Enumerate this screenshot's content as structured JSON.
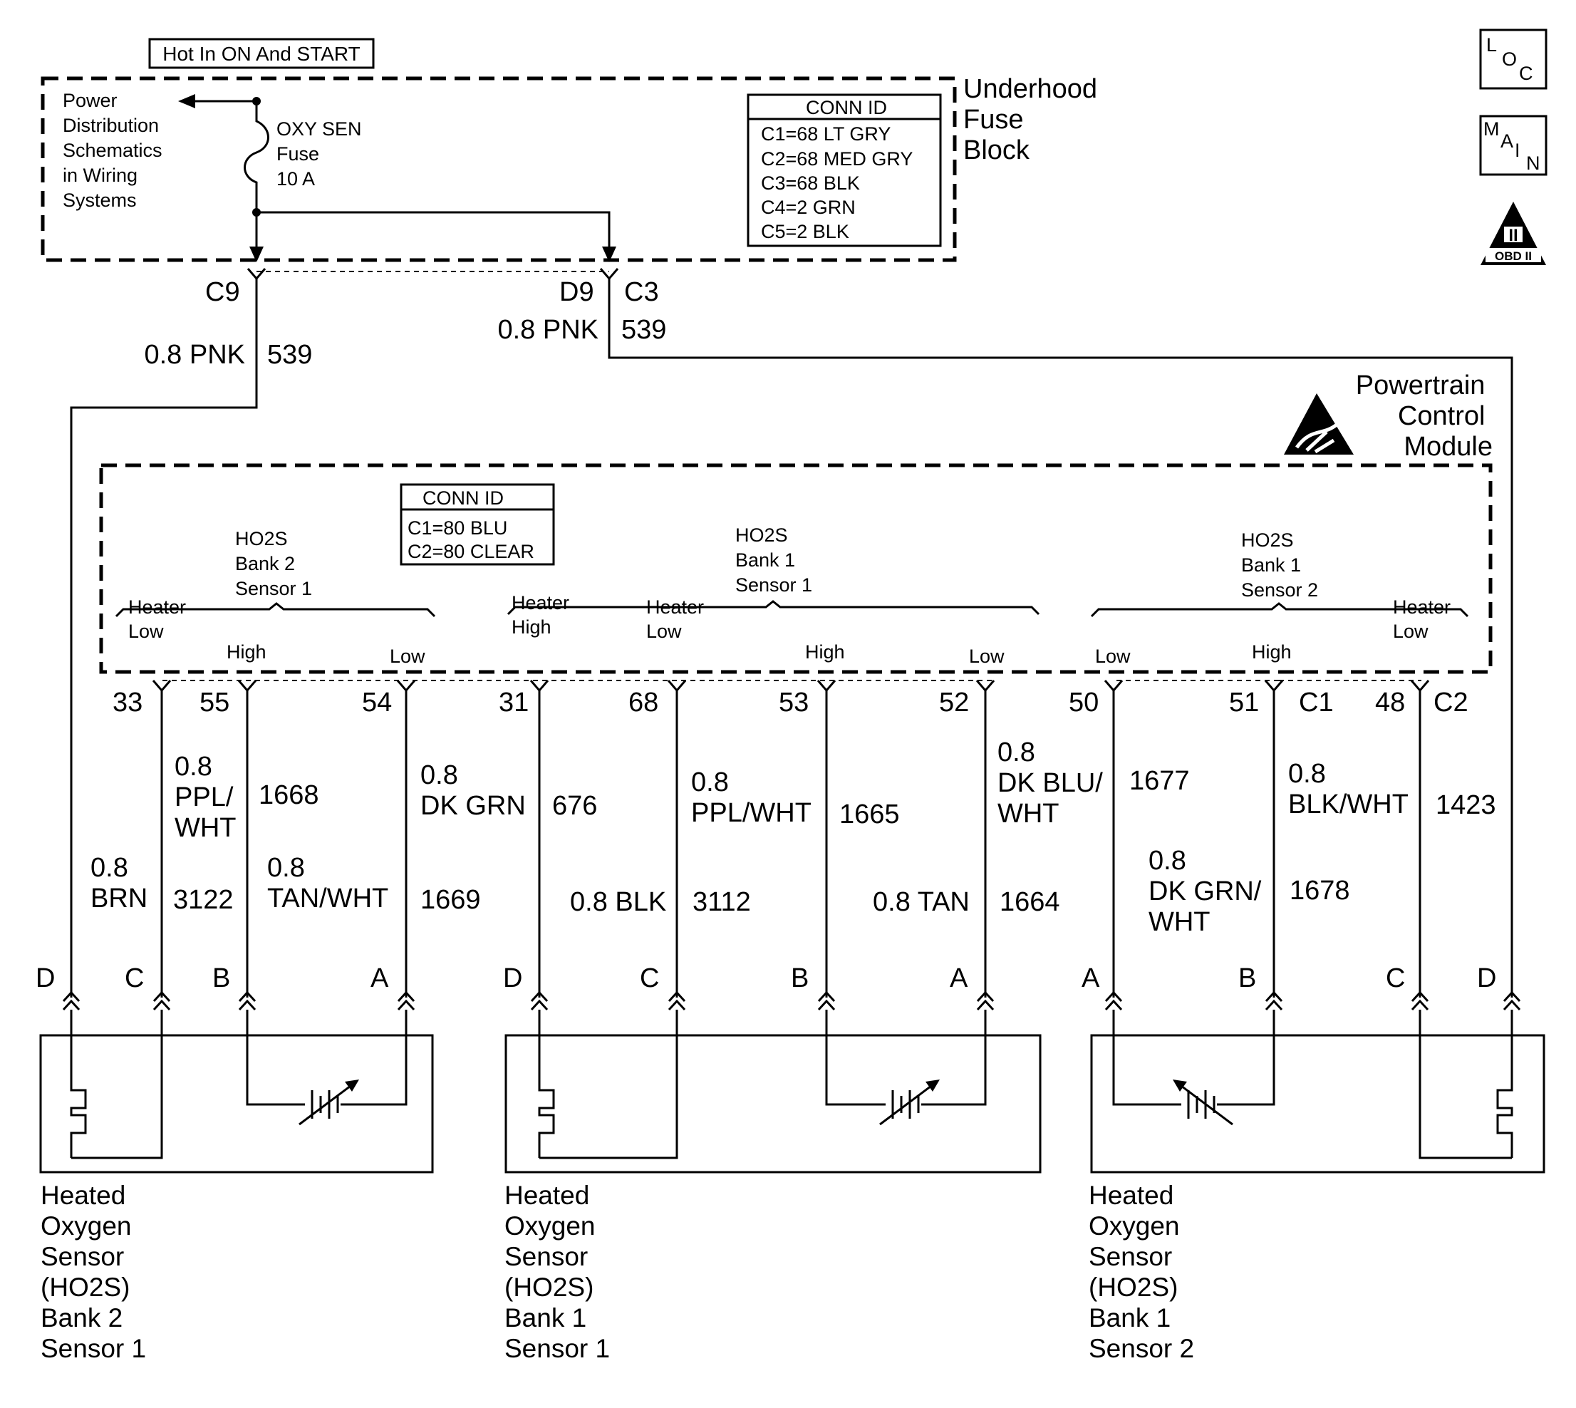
{
  "diagram": {
    "hot_label": "Hot In ON And START",
    "fuse_block": {
      "label_lines": [
        "Underhood",
        "Fuse",
        "Block"
      ],
      "power_ref_lines": [
        "Power",
        "Distribution",
        "Schematics",
        "in Wiring",
        "Systems"
      ],
      "fuse_lines": [
        "OXY SEN",
        "Fuse",
        "10 A"
      ],
      "conn_id": {
        "title": "CONN ID",
        "rows": [
          "C1=68 LT GRY",
          "C2=68 MED GRY",
          "C3=68 BLK",
          "C4=2 GRN",
          "C5=2 BLK"
        ]
      }
    },
    "feed_left": {
      "connector": "C9",
      "wire": "0.8 PNK",
      "circuit": "539"
    },
    "feed_right": {
      "connector": "D9",
      "connector_id": "C3",
      "wire": "0.8 PNK",
      "circuit": "539"
    },
    "pcm": {
      "label_lines": [
        "Powertrain",
        "Control",
        "Module"
      ],
      "conn_id": {
        "title": "CONN ID",
        "rows": [
          "C1=80 BLU",
          "C2=80 CLEAR"
        ]
      },
      "groups": [
        {
          "lines": [
            "HO2S",
            "Bank 2",
            "Sensor 1"
          ]
        },
        {
          "lines": [
            "HO2S",
            "Bank 1",
            "Sensor 1"
          ]
        },
        {
          "lines": [
            "HO2S",
            "Bank 1",
            "Sensor 2"
          ]
        }
      ],
      "pin_labels": [
        [
          "Heater",
          "Low"
        ],
        [
          "High"
        ],
        [
          "Low"
        ],
        [
          "Heater",
          "High"
        ],
        [
          "Heater",
          "Low"
        ],
        [
          "High"
        ],
        [
          "Low"
        ],
        [
          "Low"
        ],
        [
          "High"
        ],
        [
          "Heater",
          "Low"
        ]
      ],
      "pins": [
        "33",
        "55",
        "54",
        "31",
        "68",
        "53",
        "52",
        "50",
        "51",
        "48"
      ],
      "conn_c1": "C1",
      "conn_c2": "C2"
    },
    "wires": [
      {
        "size": "0.8",
        "color_lines": [
          "BRN"
        ],
        "circuit": "3122"
      },
      {
        "size": "0.8",
        "color_lines": [
          "PPL/",
          "WHT"
        ],
        "circuit": "1668"
      },
      {
        "size": "0.8",
        "color_lines": [
          "TAN/WHT"
        ],
        "circuit": "1669"
      },
      {
        "size": "0.8",
        "color_lines": [
          "DK GRN"
        ],
        "circuit": "676"
      },
      {
        "size": "0.8",
        "color_lines": [
          "BLK"
        ],
        "circuit": "3112"
      },
      {
        "size": "0.8",
        "color_lines": [
          "PPL/WHT"
        ],
        "circuit": "1665"
      },
      {
        "size": "0.8",
        "color_lines": [
          "TAN"
        ],
        "circuit": "1664"
      },
      {
        "size": "0.8",
        "color_lines": [
          "DK BLU/",
          "WHT"
        ],
        "circuit": "1677"
      },
      {
        "size": "0.8",
        "color_lines": [
          "DK GRN/",
          "WHT"
        ],
        "circuit": "1678"
      },
      {
        "size": "0.8",
        "color_lines": [
          "BLK/WHT"
        ],
        "circuit": "1423"
      }
    ],
    "sensor_pins": [
      [
        "D",
        "C",
        "B",
        "A"
      ],
      [
        "D",
        "C",
        "B",
        "A"
      ],
      [
        "A",
        "B",
        "C",
        "D"
      ]
    ],
    "sensors": [
      {
        "lines": [
          "Heated",
          "Oxygen",
          "Sensor",
          "(HO2S)",
          "Bank 2",
          "Sensor 1"
        ]
      },
      {
        "lines": [
          "Heated",
          "Oxygen",
          "Sensor",
          "(HO2S)",
          "Bank 1",
          "Sensor 1"
        ]
      },
      {
        "lines": [
          "Heated",
          "Oxygen",
          "Sensor",
          "(HO2S)",
          "Bank 1",
          "Sensor 2"
        ]
      }
    ],
    "icons": {
      "loc": "loc-icon",
      "main": "main-icon",
      "obd": "obd-ii-icon",
      "esd": "esd-icon"
    },
    "icon_text": {
      "loc": [
        "L",
        "O",
        "C"
      ],
      "main": [
        "M",
        "A",
        "I",
        "N"
      ],
      "obd_numeral": "II",
      "obd": "OBD II"
    }
  }
}
